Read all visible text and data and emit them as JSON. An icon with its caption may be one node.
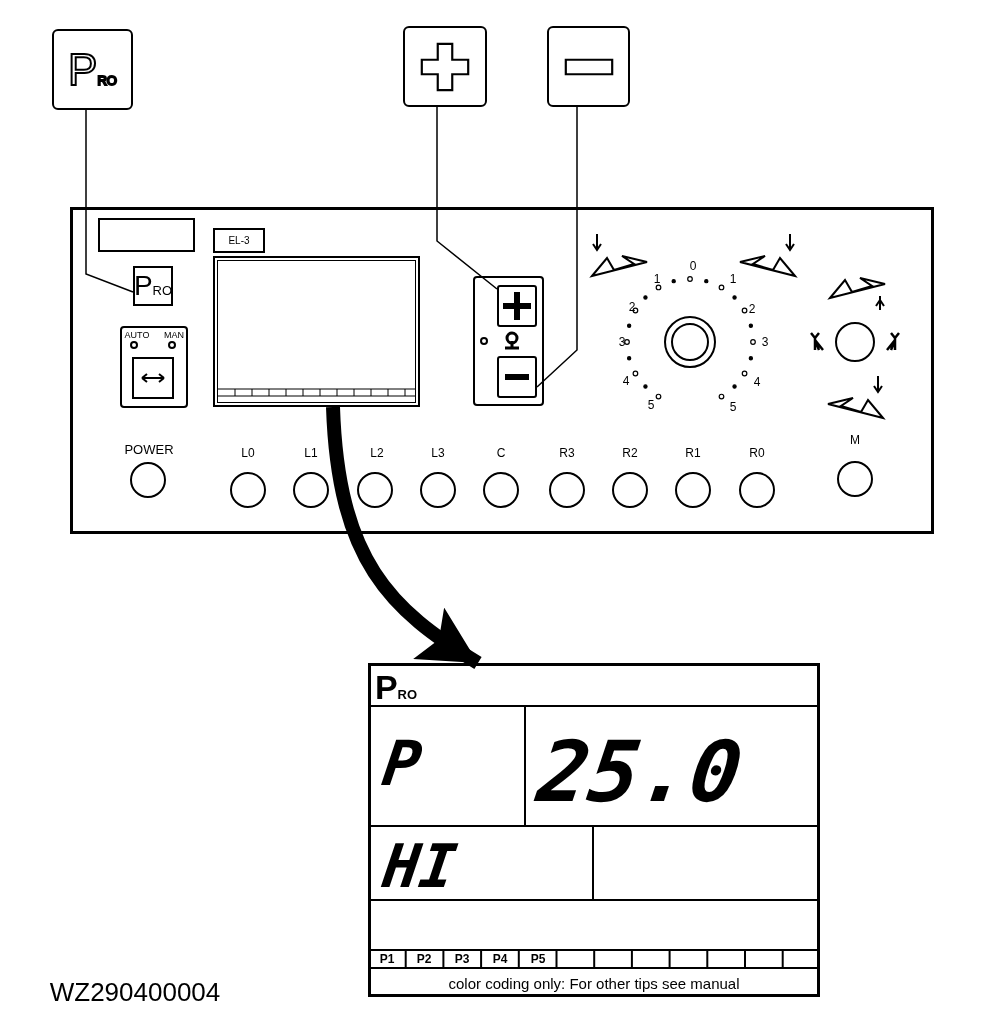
{
  "diagram": {
    "nodes": [
      {
        "text": [
          "P$_{RO}$"
        ]
      },
      {
        "text": [],
        "shape": "box"
      },
      {
        "text": [],
        "shape": "box"
      },
      {
        "text": [],
        "shape": "box"
      },
      {
        "text": [],
        "shape": "box",
        "in": 3
      },
      {
        "text": [
          "EL-3"
        ],
        "in": 3
      },
      {
        "text": [
          "P$_{RO}$"
        ],
        "in": 3
      },
      {
        "text": [],
        "shape": "box",
        "in": 3
      },
      {
        "text": [],
        "shape": "box",
        "in": 3
      },
      {
        "text": [],
        "shape": "box",
        "in": 8
      },
      {
        "text": [],
        "shape": "box",
        "in": 8
      },
      {
        "text": [],
        "shape": "box"
      }
    ],
    "edges": [
      {
        "from": 0,
        "to": 6,
        "arrow": "none"
      },
      {
        "from": 1,
        "to": 9,
        "arrow": "none"
      },
      {
        "from": 2,
        "to": 10,
        "arrow": "none"
      },
      {
        "from": 7,
        "to": 11,
        "arrow": "to",
        "style": "thick"
      }
    ],
    "labels": [
      "AUTO",
      "MAN",
      "0",
      "1",
      "1",
      "2",
      "2",
      "3",
      "3",
      "4",
      "4",
      "5",
      "5",
      "POWER",
      "L0",
      "L1",
      "L2",
      "L3",
      "C",
      "R3",
      "R2",
      "R1",
      "R0",
      "M",
      "P$_{RO}$",
      "P",
      "25.0",
      "HI",
      "P1",
      "P2",
      "P3",
      "P4",
      "P5",
      "WZ290400004",
      "color coding only: For other tips see manual"
    ]
  }
}
